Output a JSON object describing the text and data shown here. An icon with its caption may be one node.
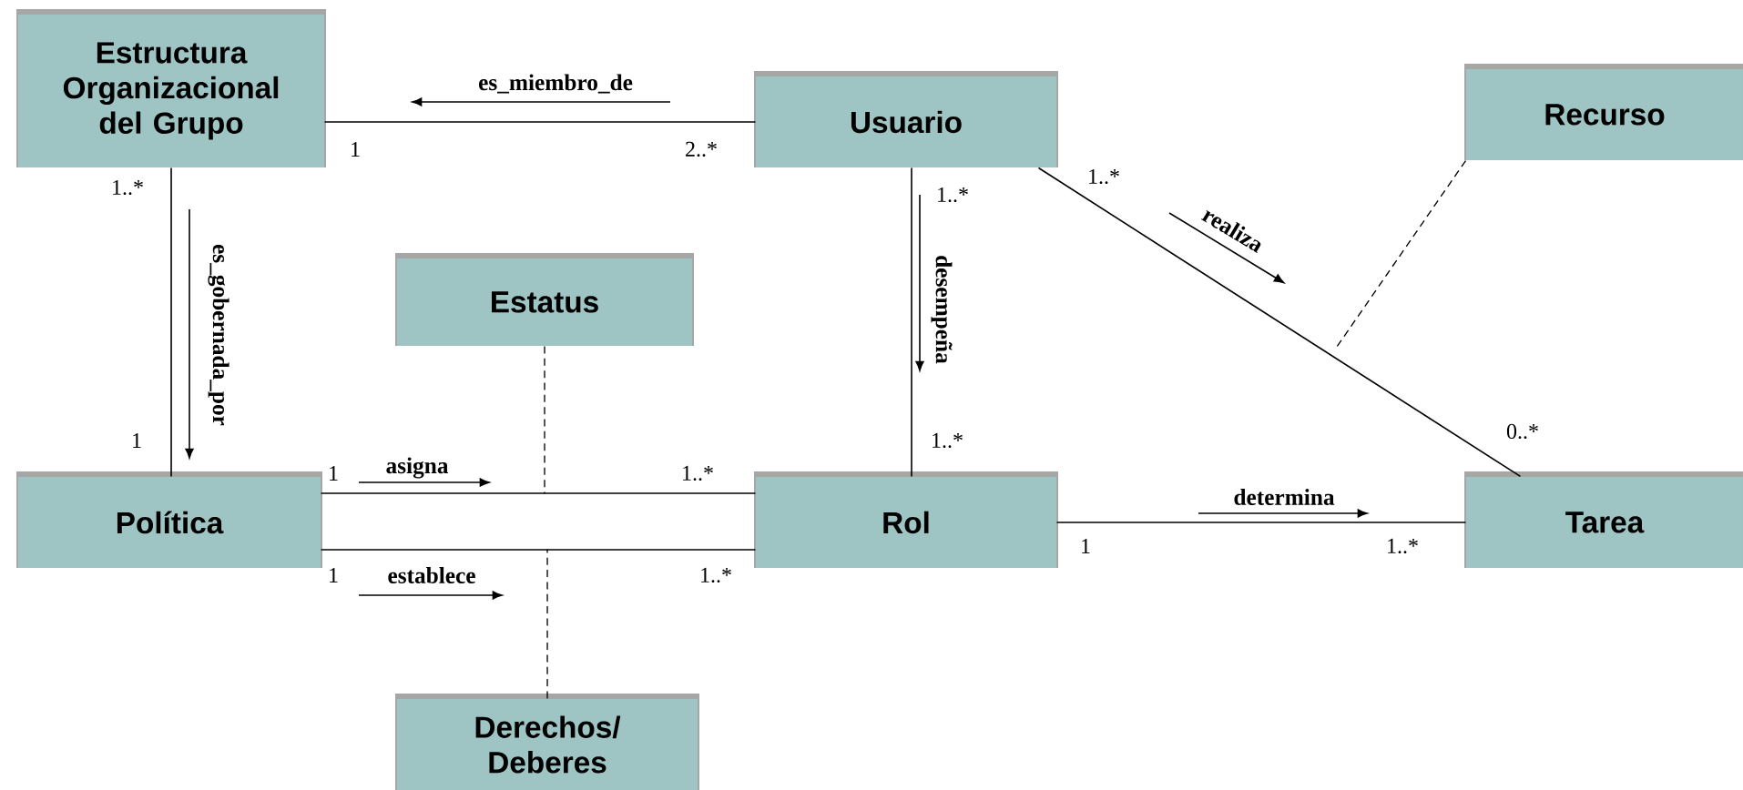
{
  "diagram": {
    "nodes": [
      {
        "text": [
          "Estructura Organizacional del Grupo"
        ]
      },
      {
        "text": [
          "Usuario"
        ]
      },
      {
        "text": [
          "Recurso"
        ]
      },
      {
        "text": [
          "Estatus"
        ]
      },
      {
        "text": [
          "Política"
        ]
      },
      {
        "text": [
          "Rol"
        ]
      },
      {
        "text": [
          "Tarea"
        ]
      },
      {
        "text": [
          "Derechos/ Deberes"
        ]
      }
    ],
    "edges": [
      {
        "from": 1,
        "to": 0,
        "arrow": "none",
        "label": "es_miembro_de"
      },
      {
        "from": 0,
        "to": 4,
        "arrow": "none",
        "label": "es_gobernada_por"
      },
      {
        "from": 4,
        "to": 5,
        "arrow": "none",
        "label": "asigna"
      },
      {
        "from": 4,
        "to": 5,
        "arrow": "none",
        "label": "establece"
      },
      {
        "from": 1,
        "to": 5,
        "arrow": "none",
        "label": "desempeña"
      },
      {
        "from": 1,
        "to": 6,
        "arrow": "none",
        "label": "realiza"
      },
      {
        "from": 5,
        "to": 6,
        "arrow": "none",
        "label": "determina"
      },
      {
        "from": 3,
        "to": null,
        "arrow": "none",
        "style": "dashed"
      },
      {
        "from": 7,
        "to": null,
        "arrow": "none",
        "style": "dashed"
      },
      {
        "from": 2,
        "to": null,
        "arrow": "none",
        "style": "dashed"
      }
    ],
    "labels": [
      "1",
      "2..*",
      "1..*",
      "1..*",
      "1..*",
      "1",
      "1..*",
      "0..*",
      "1",
      "1..*",
      "1",
      "1..*",
      "1",
      "1..*"
    ]
  }
}
